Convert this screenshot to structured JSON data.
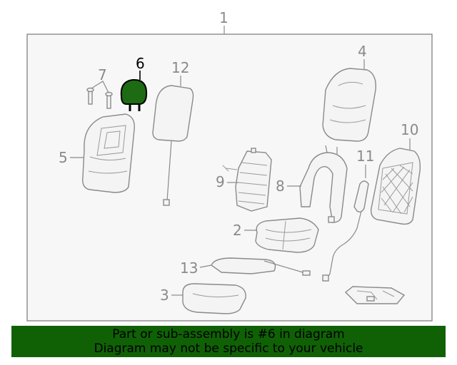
{
  "diagram": {
    "assembly_label": "1",
    "highlighted_part": "6",
    "highlight_color": "#1d6b12",
    "parts": [
      {
        "id": "2"
      },
      {
        "id": "3"
      },
      {
        "id": "4"
      },
      {
        "id": "5"
      },
      {
        "id": "6"
      },
      {
        "id": "7"
      },
      {
        "id": "8"
      },
      {
        "id": "9"
      },
      {
        "id": "10"
      },
      {
        "id": "11"
      },
      {
        "id": "12"
      },
      {
        "id": "13"
      }
    ]
  },
  "banner": {
    "line1": "Part or sub-assembly is #6 in diagram",
    "line2": "Diagram may not be specific to your vehicle",
    "background": "#106106"
  }
}
